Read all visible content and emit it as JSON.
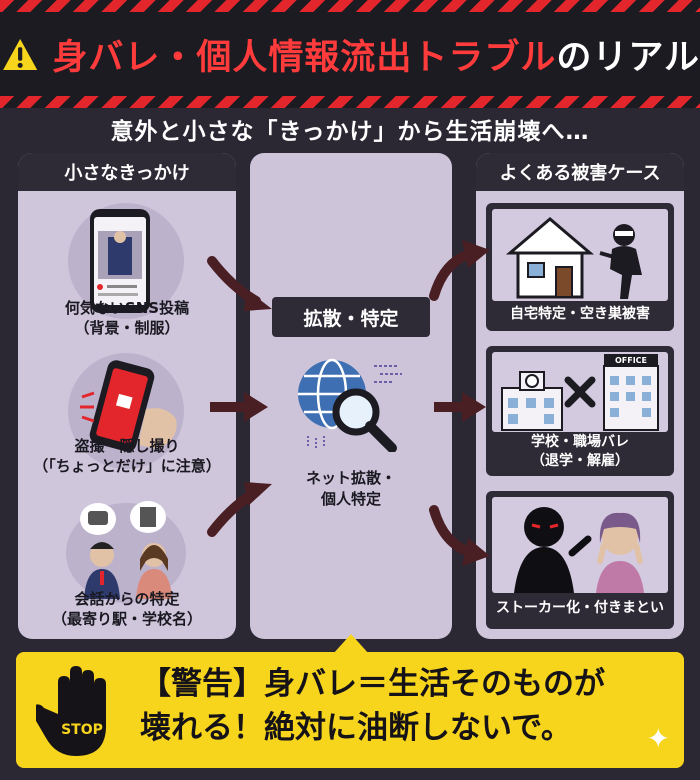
{
  "header": {
    "title_red": "身バレ・個人情報流出トラブル",
    "title_white": "のリアル",
    "icon": "warning-triangle-icon"
  },
  "subtitle": "意外と小さな「きっかけ」から生活崩壊へ…",
  "left_panel": {
    "heading": "小さなきっかけ",
    "items": [
      {
        "icon": "smartphone-sns-icon",
        "lines": [
          "何気ないSNS投稿",
          "（背景・制服）"
        ]
      },
      {
        "icon": "hidden-camera-phone-icon",
        "lines": [
          "盗撮・隠し撮り",
          "（「ちょっとだけ」に注意）"
        ]
      },
      {
        "icon": "conversation-icon",
        "lines": [
          "会話からの特定",
          "（最寄り駅・学校名）"
        ]
      }
    ]
  },
  "middle_panel": {
    "heading": "拡散・特定",
    "icon": "globe-magnifier-icon",
    "lines": [
      "ネット拡散・",
      "個人特定"
    ]
  },
  "right_panel": {
    "heading": "よくある被害ケース",
    "cases": [
      {
        "icon": "burglar-house-icon",
        "lines": [
          "自宅特定・空き巣被害"
        ]
      },
      {
        "icon": "school-office-icon",
        "office_sign": "OFFICE",
        "lines": [
          "学校・職場バレ",
          "（退学・解雇）"
        ]
      },
      {
        "icon": "stalker-icon",
        "lines": [
          "ストーカー化・付きまとい"
        ]
      }
    ]
  },
  "warning": {
    "line1": "【警告】身バレ＝生活そのものが",
    "line2": "壊れる！絶対に油断しないで。",
    "stop_label": "STOP",
    "color": "#f7d51d"
  },
  "colors": {
    "accent_red": "#ff3b3b",
    "panel": "#cfc6dc",
    "dark": "#2e2a36"
  }
}
